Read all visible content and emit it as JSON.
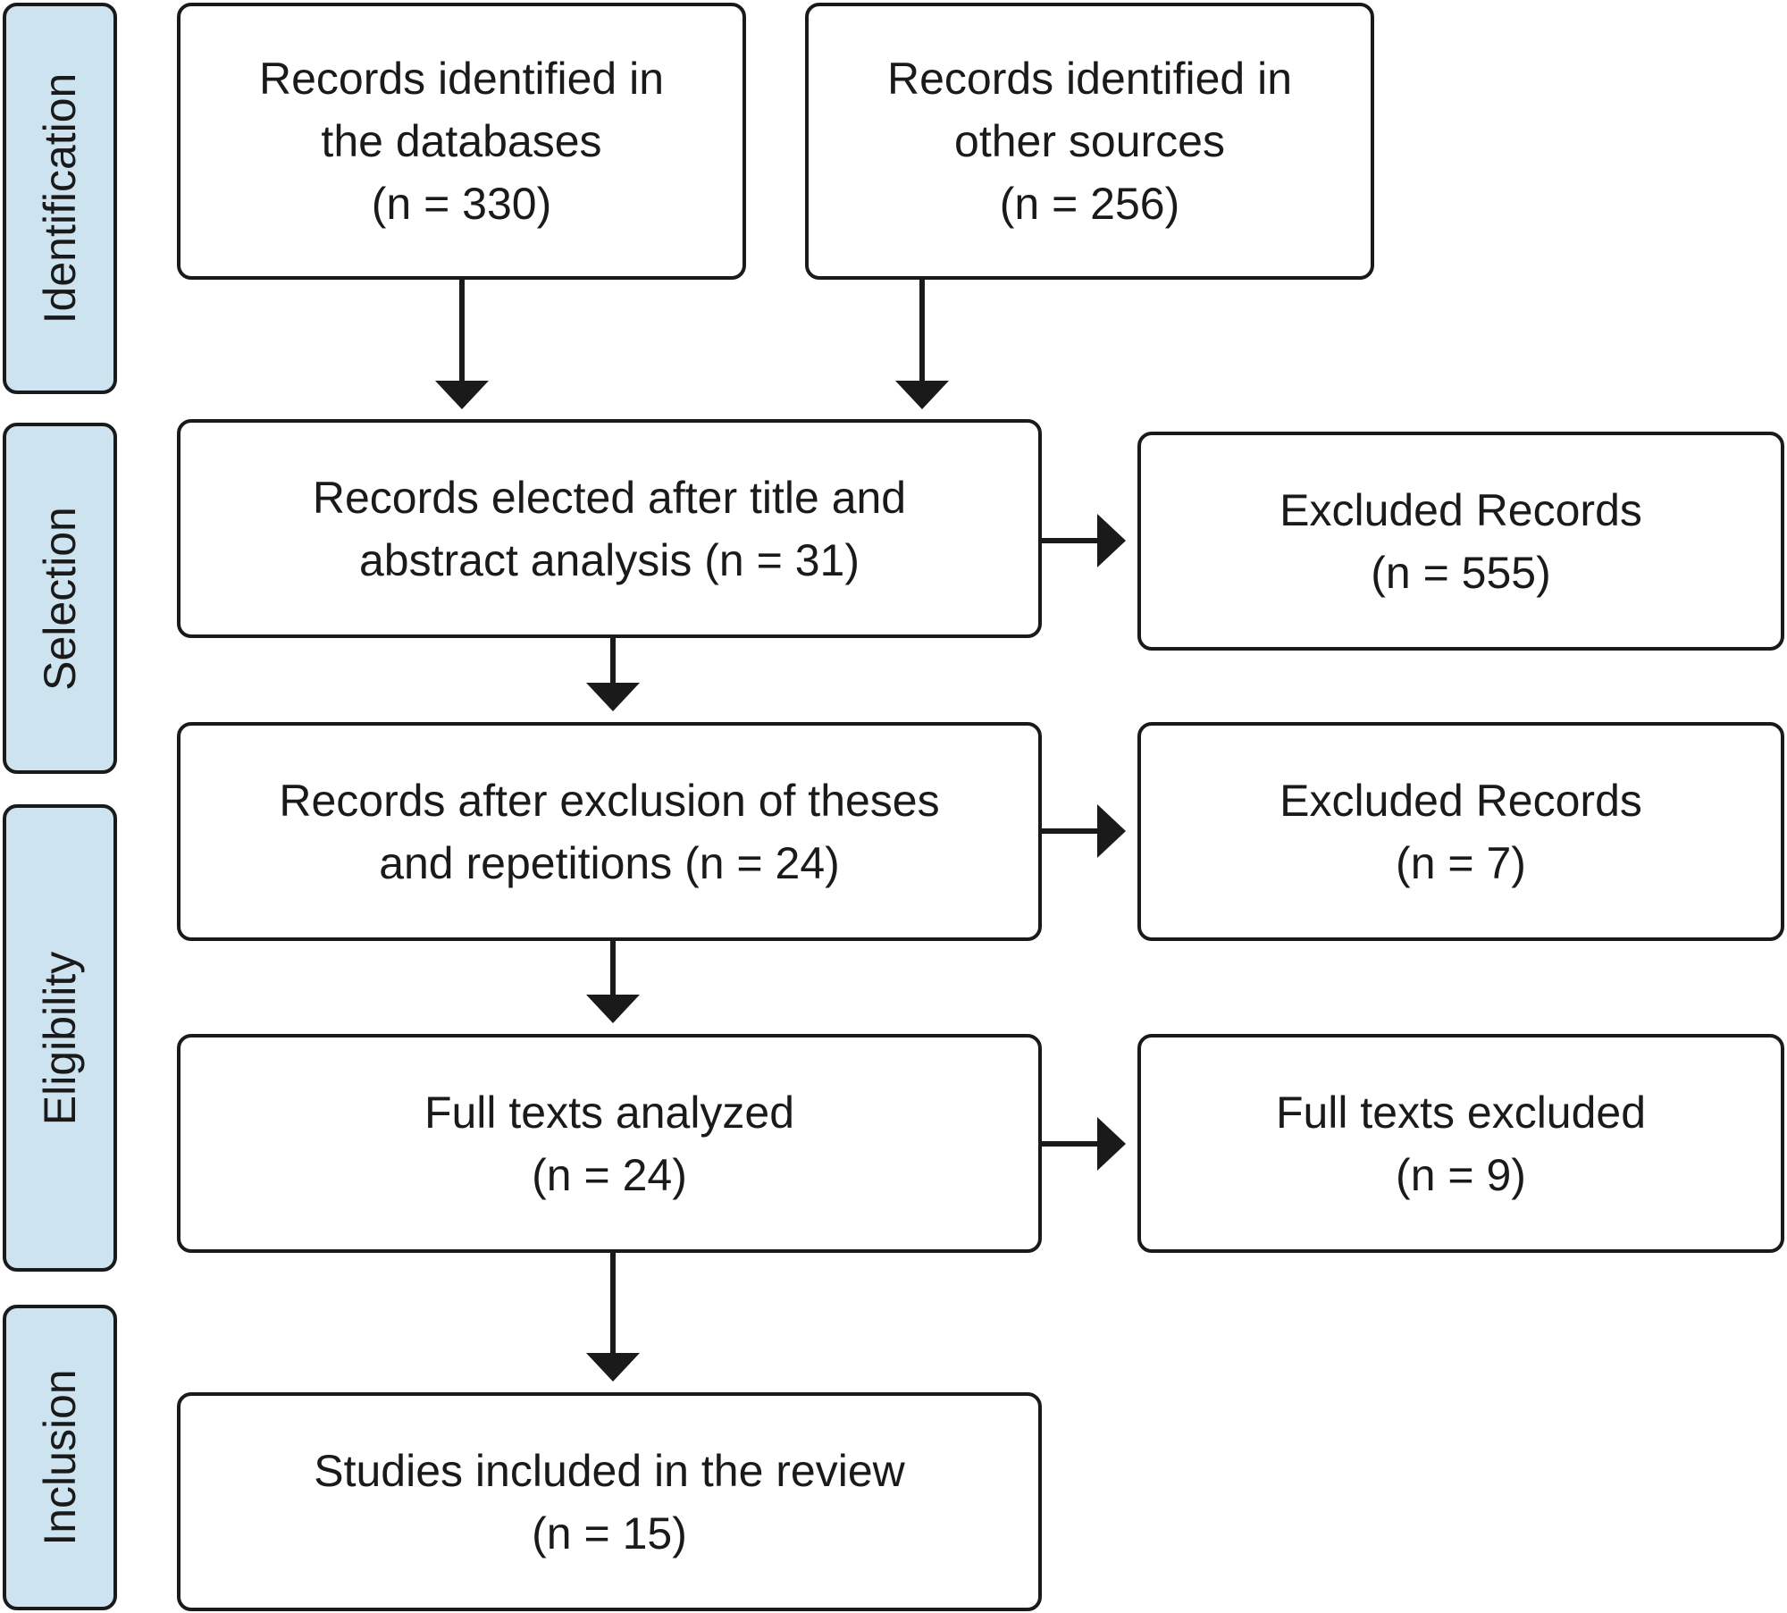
{
  "phases": [
    {
      "label": "Identification"
    },
    {
      "label": "Selection"
    },
    {
      "label": "Eligibility"
    },
    {
      "label": "Inclusion"
    }
  ],
  "boxes": {
    "databases": {
      "line1": "Records identified in",
      "line2": "the databases",
      "line3": "(n = 330)"
    },
    "other_sources": {
      "line1": "Records identified in",
      "line2": "other sources",
      "line3": "(n = 256)"
    },
    "elected": {
      "line1": "Records elected after title and",
      "line2": "abstract analysis (n = 31)"
    },
    "excluded_1": {
      "line1": "Excluded Records",
      "line2": "(n = 555)"
    },
    "after_exclusion": {
      "line1": "Records after exclusion of theses",
      "line2": "and repetitions (n = 24)"
    },
    "excluded_2": {
      "line1": "Excluded Records",
      "line2": "(n = 7)"
    },
    "full_texts": {
      "line1": "Full texts analyzed",
      "line2": "(n = 24)"
    },
    "full_texts_excluded": {
      "line1": "Full texts excluded",
      "line2": "(n = 9)"
    },
    "included": {
      "line1": "Studies included in the review",
      "line2": "(n = 15)"
    }
  },
  "colors": {
    "phase_fill": "#cde3ef",
    "stroke": "#1a1a1a",
    "box_fill": "#ffffff"
  }
}
